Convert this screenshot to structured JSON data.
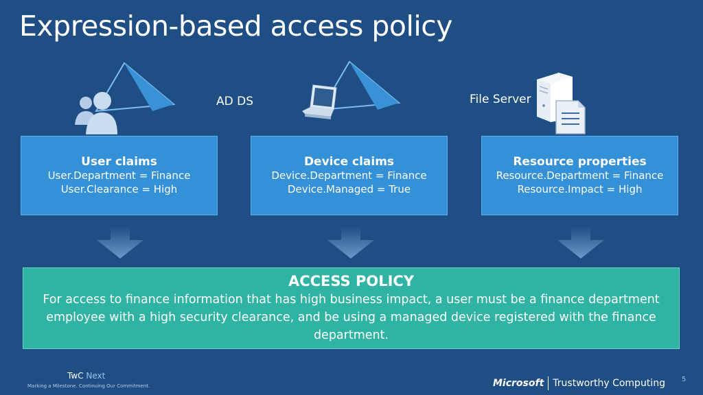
{
  "slide": {
    "title": "Expression-based access policy"
  },
  "sources": {
    "ad_ds_label": "AD DS",
    "file_server_label": "File Server"
  },
  "claims": [
    {
      "title": "User claims",
      "lines": [
        "User.Department = Finance",
        "User.Clearance = High"
      ]
    },
    {
      "title": "Device claims",
      "lines": [
        "Device.Department = Finance",
        "Device.Managed = True"
      ]
    },
    {
      "title": "Resource properties",
      "lines": [
        "Resource.Department = Finance",
        "Resource.Impact = High"
      ]
    }
  ],
  "policy": {
    "title": "ACCESS POLICY",
    "text": "For access to finance information that has high business impact, a user must be a finance department employee with a high security clearance, and be using a managed device registered with the finance department."
  },
  "footer": {
    "brand": "TwC",
    "brand_next": "Next",
    "tagline": "Marking a Milestone. Continuing Our Commitment.",
    "ms_logo": "Microsoft",
    "ms_tagline": "Trustworthy Computing",
    "page_number": "5"
  },
  "colors": {
    "background": "#1f4e85",
    "claim_box": "#3491d8",
    "policy_box": "#2fb4a3"
  },
  "icons": [
    "users-icon",
    "directory-triangle-icon",
    "laptop-icon",
    "server-icon",
    "document-icon",
    "down-arrow-icon"
  ]
}
